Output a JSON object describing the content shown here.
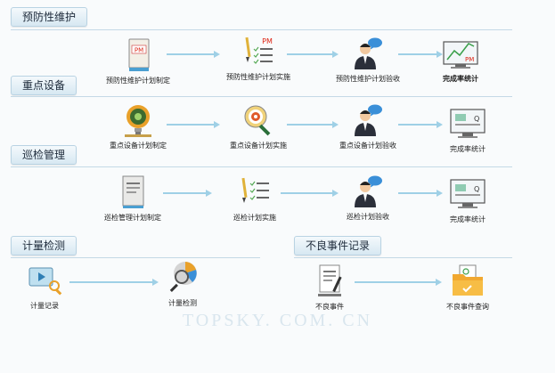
{
  "sections": {
    "preventive": {
      "title": "预防性维护"
    },
    "key_equipment": {
      "title": "重点设备"
    },
    "inspection": {
      "title": "巡检管理"
    },
    "metering": {
      "title": "计量检测"
    },
    "adverse": {
      "title": "不良事件记录"
    }
  },
  "steps": {
    "preventive": [
      "预防性维护计划制定",
      "预防性维护计划实施",
      "预防性维护计划验收",
      "完成率统计"
    ],
    "key_equipment": [
      "重点设备计划制定",
      "重点设备计划实施",
      "重点设备计划验收",
      "完成率统计"
    ],
    "inspection": [
      "巡检管理计划制定",
      "巡检计划实施",
      "巡检计划验收",
      "完成率统计"
    ],
    "metering": [
      "计量记录",
      "计量检测"
    ],
    "adverse": [
      "不良事件",
      "不良事件查询"
    ]
  },
  "icon_text": {
    "pm": "PM",
    "q": "Q"
  },
  "watermark": "TOPSKY. COM. CN",
  "colors": {
    "arrow": "#9fd0e6",
    "tab_border": "#b9d3e3",
    "divider": "#c4d9e6"
  }
}
